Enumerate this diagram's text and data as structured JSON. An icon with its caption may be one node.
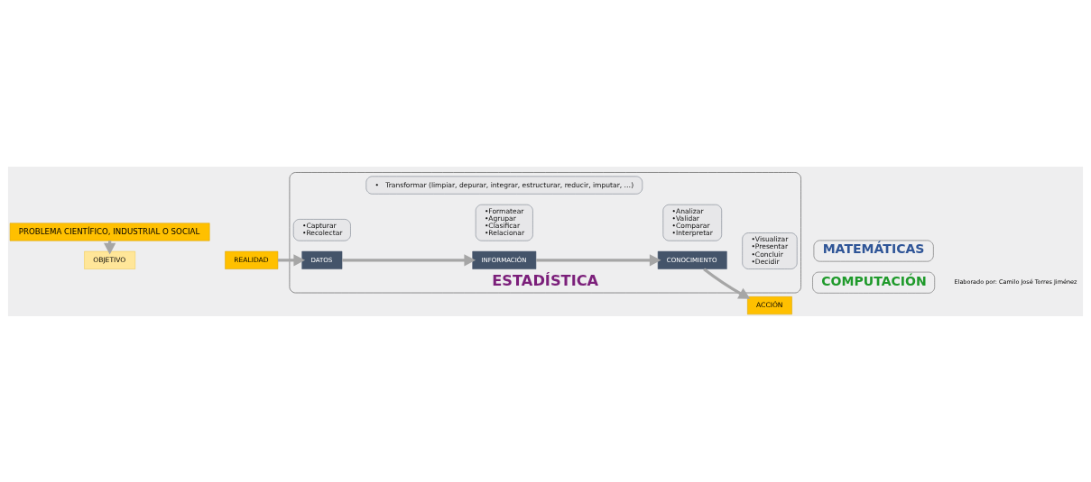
{
  "diagram": {
    "nodes": [
      {
        "text": [
          "PROBLEMA CIENTÍFICO, INDUSTRIAL O SOCIAL"
        ]
      },
      {
        "text": [
          "OBJETIVO"
        ]
      },
      {
        "text": [
          "ESTADÍSTICA"
        ]
      },
      {
        "text": [
          "REALIDAD"
        ]
      },
      {
        "text": [
          "DATOS"
        ],
        "in": 2
      },
      {
        "text": [
          "INFORMACIÓN"
        ],
        "in": 2
      },
      {
        "text": [
          "CONOCIMIENTO"
        ],
        "in": 2
      },
      {
        "text": [
          "ACCIÓN"
        ]
      },
      {
        "text": [
          "•Capturar",
          "•Recolectar"
        ],
        "in": 2
      },
      {
        "text": [
          "•Formatear",
          "•Agrupar",
          "•Clasificar",
          "•Relacionar"
        ],
        "in": 2
      },
      {
        "text": [
          "•Analizar",
          "•Validar",
          "•Comparar",
          "•Interpretar"
        ],
        "in": 2
      },
      {
        "text": [
          "•Visualizar",
          "•Presentar",
          "•Concluir",
          "•Decidir"
        ],
        "in": 2
      },
      {
        "text": [
          "•   Transformar (limpiar, depurar, integrar, estructurar, reducir, imputar, …)"
        ],
        "in": 2
      },
      {
        "text": [
          "MATEMÁTICAS"
        ]
      },
      {
        "text": [
          "COMPUTACIÓN"
        ]
      }
    ],
    "edges": [
      {
        "from": 0,
        "to": 1,
        "arrow": "to"
      },
      {
        "from": 3,
        "to": 4,
        "arrow": "to"
      },
      {
        "from": 4,
        "to": 5,
        "arrow": "to"
      },
      {
        "from": 5,
        "to": 6,
        "arrow": "to"
      },
      {
        "from": 6,
        "to": 7,
        "arrow": "to"
      }
    ],
    "labels": [
      "Elaborado por: Camilo José Torres Jiménez"
    ]
  }
}
